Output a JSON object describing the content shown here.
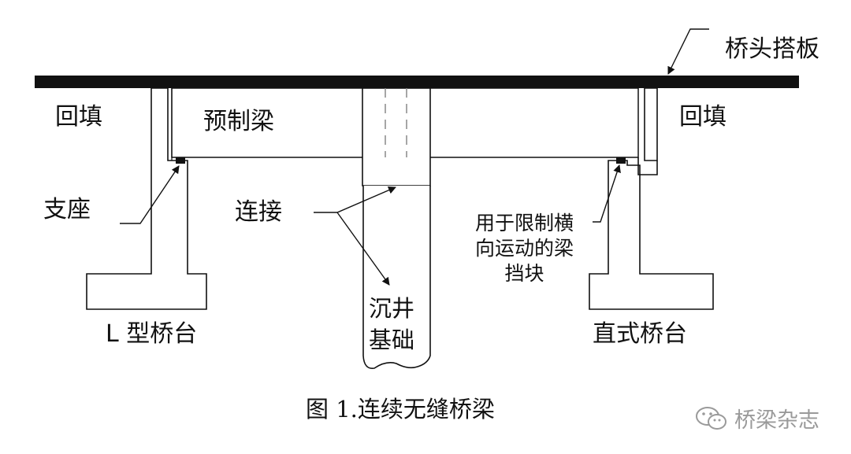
{
  "labels": {
    "approach_slab": "桥头搭板",
    "backfill_left": "回填",
    "backfill_right": "回填",
    "precast_beam": "预制梁",
    "bearing": "支座",
    "connection": "连接",
    "transverse_block": "用于限制横向运动的梁挡块",
    "caisson": "沉井基础",
    "l_abutment": "L 型桥台",
    "straight_abutment": "直式桥台"
  },
  "caption": "图 1.连续无缝桥梁",
  "watermark": {
    "text": "桥梁杂志",
    "icon": "wechat-icon"
  },
  "colors": {
    "line": "#111111",
    "dashed": "#888888",
    "watermark": "#9a9a9a"
  }
}
